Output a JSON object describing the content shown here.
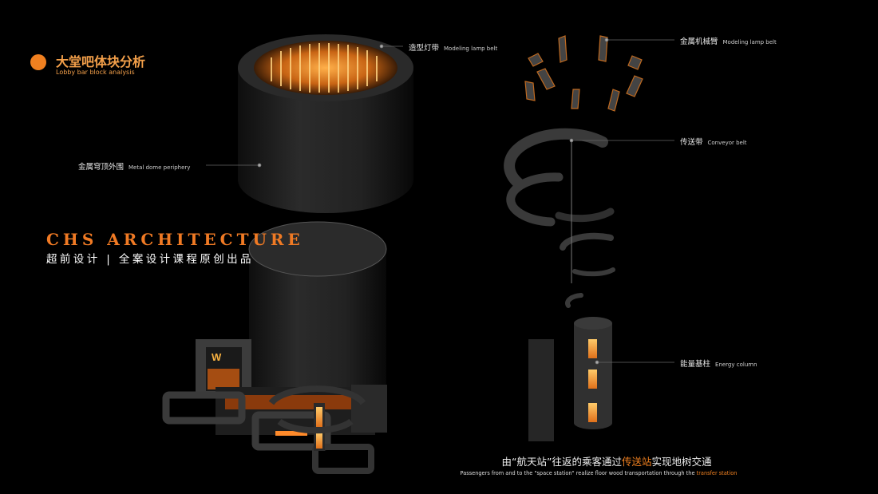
{
  "heading": {
    "title_cn": "大堂吧体块分析",
    "title_en": "Lobby bar block analysis"
  },
  "brand": {
    "name_en": "CHS ARCHITECTURE",
    "tagline_cn": "超前设计 | 全案设计课程原创出品"
  },
  "labels": {
    "lamp_belt": {
      "cn": "造型灯带",
      "en": "Modeling lamp belt"
    },
    "metal_dome": {
      "cn": "金属穹顶外围",
      "en": "Metal dome periphery"
    },
    "mechanical_arm": {
      "cn": "金属机械臂",
      "en": "Modeling lamp belt"
    },
    "conveyor": {
      "cn": "传送带",
      "en": "Conveyor belt"
    },
    "energy_column": {
      "cn": "能量基柱",
      "en": "Energy column"
    }
  },
  "caption": {
    "cn_before": "由“航天站”往返的乘客通过",
    "cn_highlight": "传送站",
    "cn_after": "实现地树交通",
    "en_before": "Passengers from and to the \"space station\" realize floor wood transportation through the",
    "en_highlight": "transfer station"
  },
  "sign_letter": "W",
  "colors": {
    "accent": "#f08020",
    "background": "#000000"
  }
}
